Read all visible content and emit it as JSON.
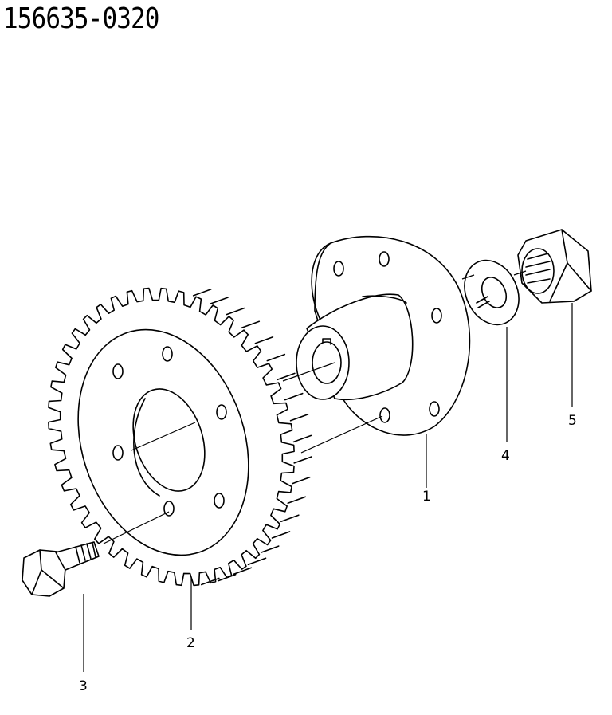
{
  "header": {
    "part_number": "156635-0320"
  },
  "callouts": [
    {
      "id": "1",
      "label": "1"
    },
    {
      "id": "2",
      "label": "2"
    },
    {
      "id": "3",
      "label": "3"
    },
    {
      "id": "4",
      "label": "4"
    },
    {
      "id": "5",
      "label": "5"
    }
  ]
}
